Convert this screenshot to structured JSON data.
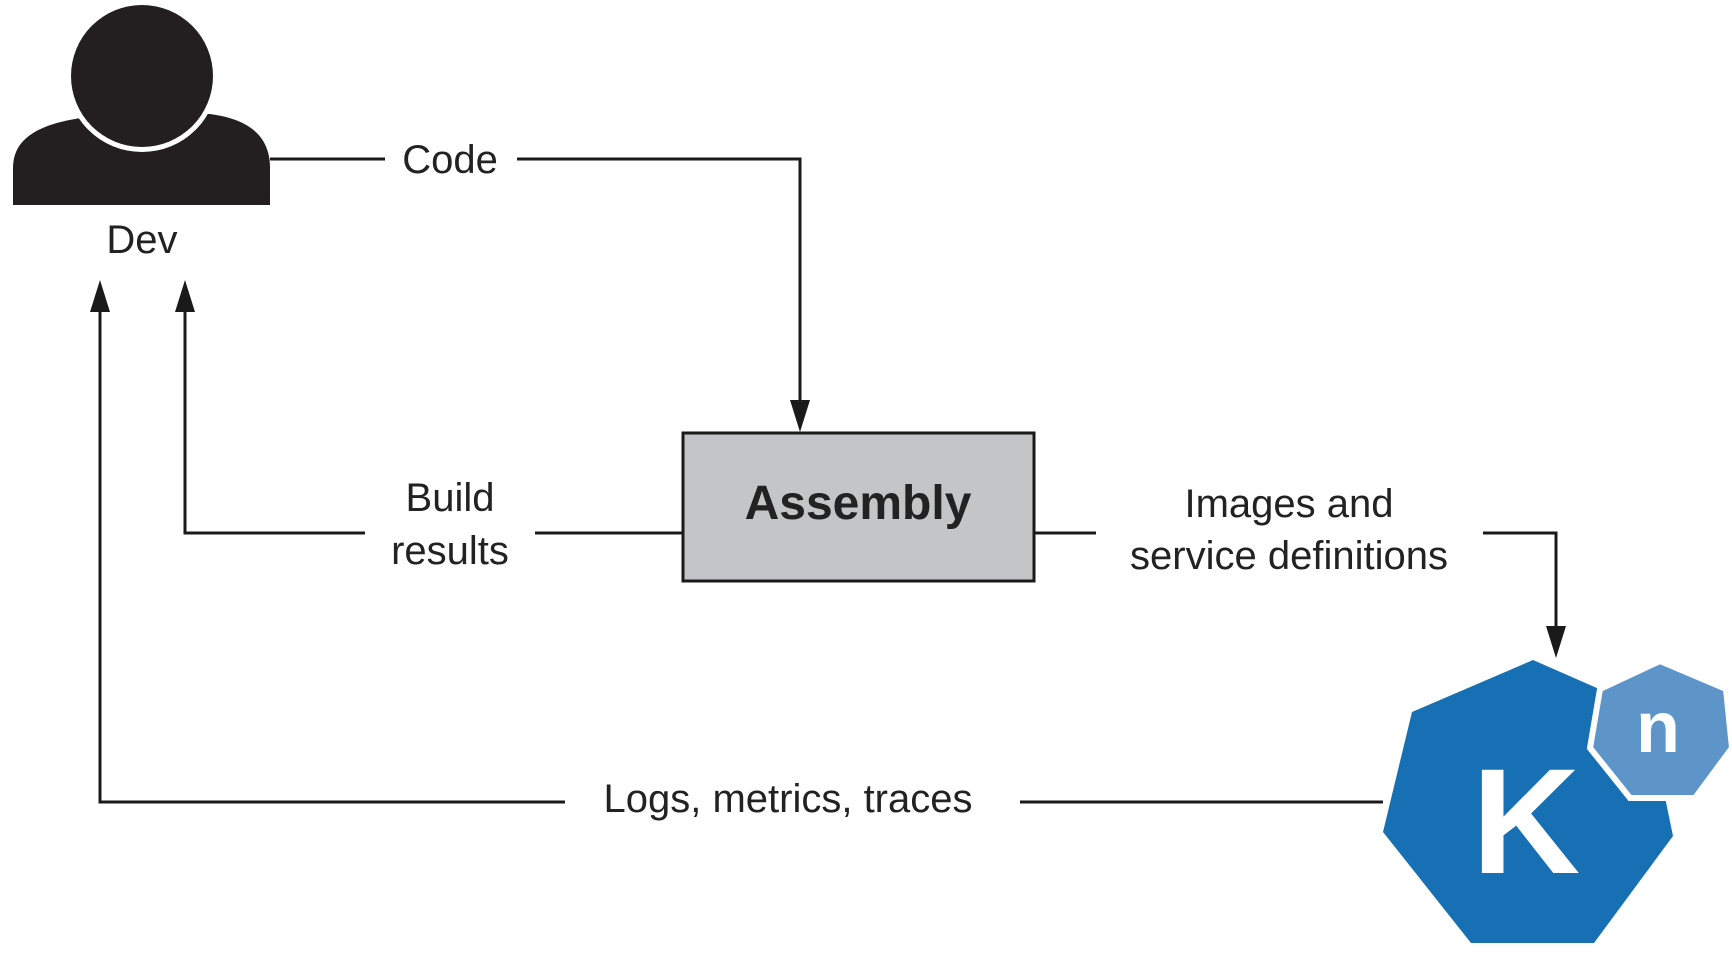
{
  "diagram": {
    "nodes": {
      "dev": {
        "label": "Dev",
        "icon": "user-icon"
      },
      "assembly": {
        "label": "Assembly"
      },
      "knative": {
        "icon": "knative-logo-icon",
        "letter_main": "K",
        "letter_badge": "n"
      }
    },
    "edges": {
      "code": {
        "label": "Code"
      },
      "build_results": {
        "line1": "Build",
        "line2": "results"
      },
      "images": {
        "line1": "Images and",
        "line2": "service definitions"
      },
      "feedback": {
        "label": "Logs, metrics, traces"
      }
    },
    "colors": {
      "line": "#1a1a1a",
      "assembly_fill": "#c4c5c7",
      "knative_primary": "#1670b3",
      "knative_badge": "#5e95c9",
      "user_icon": "#231f20"
    }
  }
}
